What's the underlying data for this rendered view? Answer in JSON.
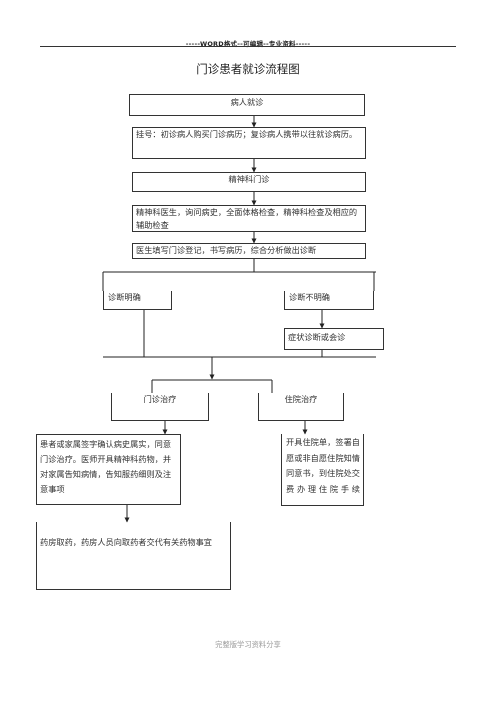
{
  "header": {
    "text": "-----WORD格式--可编辑--专业资料-----"
  },
  "title": "门诊患者就诊流程图",
  "flow": {
    "patient_visit": "病人就诊",
    "registration": "挂号：初诊病人购买门诊病历；复诊病人携带以往就诊病历。",
    "psych_clinic": "精神科门诊",
    "exam": "精神科医生，询问病史，全面体格检查，精神科检查及相应的辅助检查",
    "doctor_record": "医生填写门诊登记，书写病历，综合分析做出诊断",
    "diagnosis_clear": "诊断明确",
    "diagnosis_unclear": "诊断不明确",
    "consult": "症状诊断或会诊",
    "outpatient_treatment": "门诊治疗",
    "inpatient_treatment": "住院治疗",
    "outpatient_detail": "患者或家属签字确认病史属实，同意门诊治疗。医师开具精神科药物，并对家属告知病情，告知服药细则及注意事项",
    "inpatient_detail": "开具住院单，签署自愿或非自愿住院知情同意书，到住院处交费办理住院手续",
    "pharmacy": "药房取药，药房人员向取药者交代有关药物事宜"
  },
  "footer": "完整版学习资料分享"
}
